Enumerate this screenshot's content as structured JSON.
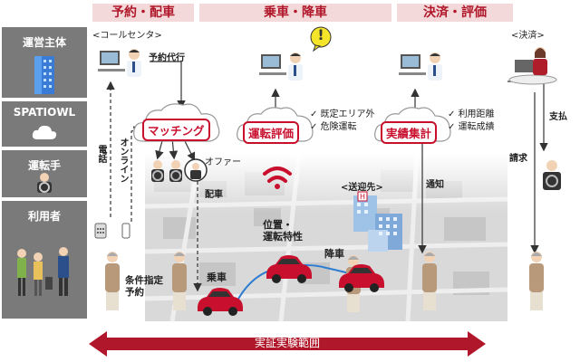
{
  "sidebar": {
    "operator": "運営主体",
    "spatiowl": "SPATIOWL",
    "driver": "運転手",
    "user": "利用者"
  },
  "phases": {
    "reservation": "予約・配車",
    "ride": "乗車・降車",
    "payment": "決済・評価"
  },
  "labels": {
    "call_center": "<コールセンタ>",
    "proxy_reservation": "予約代行",
    "payment_corner": "<決済>",
    "phone": "電話",
    "online": "オンライン",
    "offer": "オファー",
    "dispatch": "配車",
    "destination": "<送迎先>",
    "notify": "通知",
    "billing": "請求",
    "payout": "支払",
    "position_traits": "位置・\n運転特性",
    "alight": "降車",
    "board": "乗車",
    "conditions_reserve": "条件指定\n予約",
    "alert_mark": "!"
  },
  "clouds": {
    "matching": "マッチング",
    "driving_eval": "運転評価",
    "results": "実績集計"
  },
  "checks": {
    "eval_items": [
      "既定エリア外",
      "危険運転"
    ],
    "result_items": [
      "利用距離",
      "運転成績"
    ]
  },
  "footer": {
    "scope": "実証実験範囲"
  },
  "colors": {
    "sidebar": "#7a7a7a",
    "accent": "#c8102e",
    "phase_bg": "#f3d9d9"
  }
}
